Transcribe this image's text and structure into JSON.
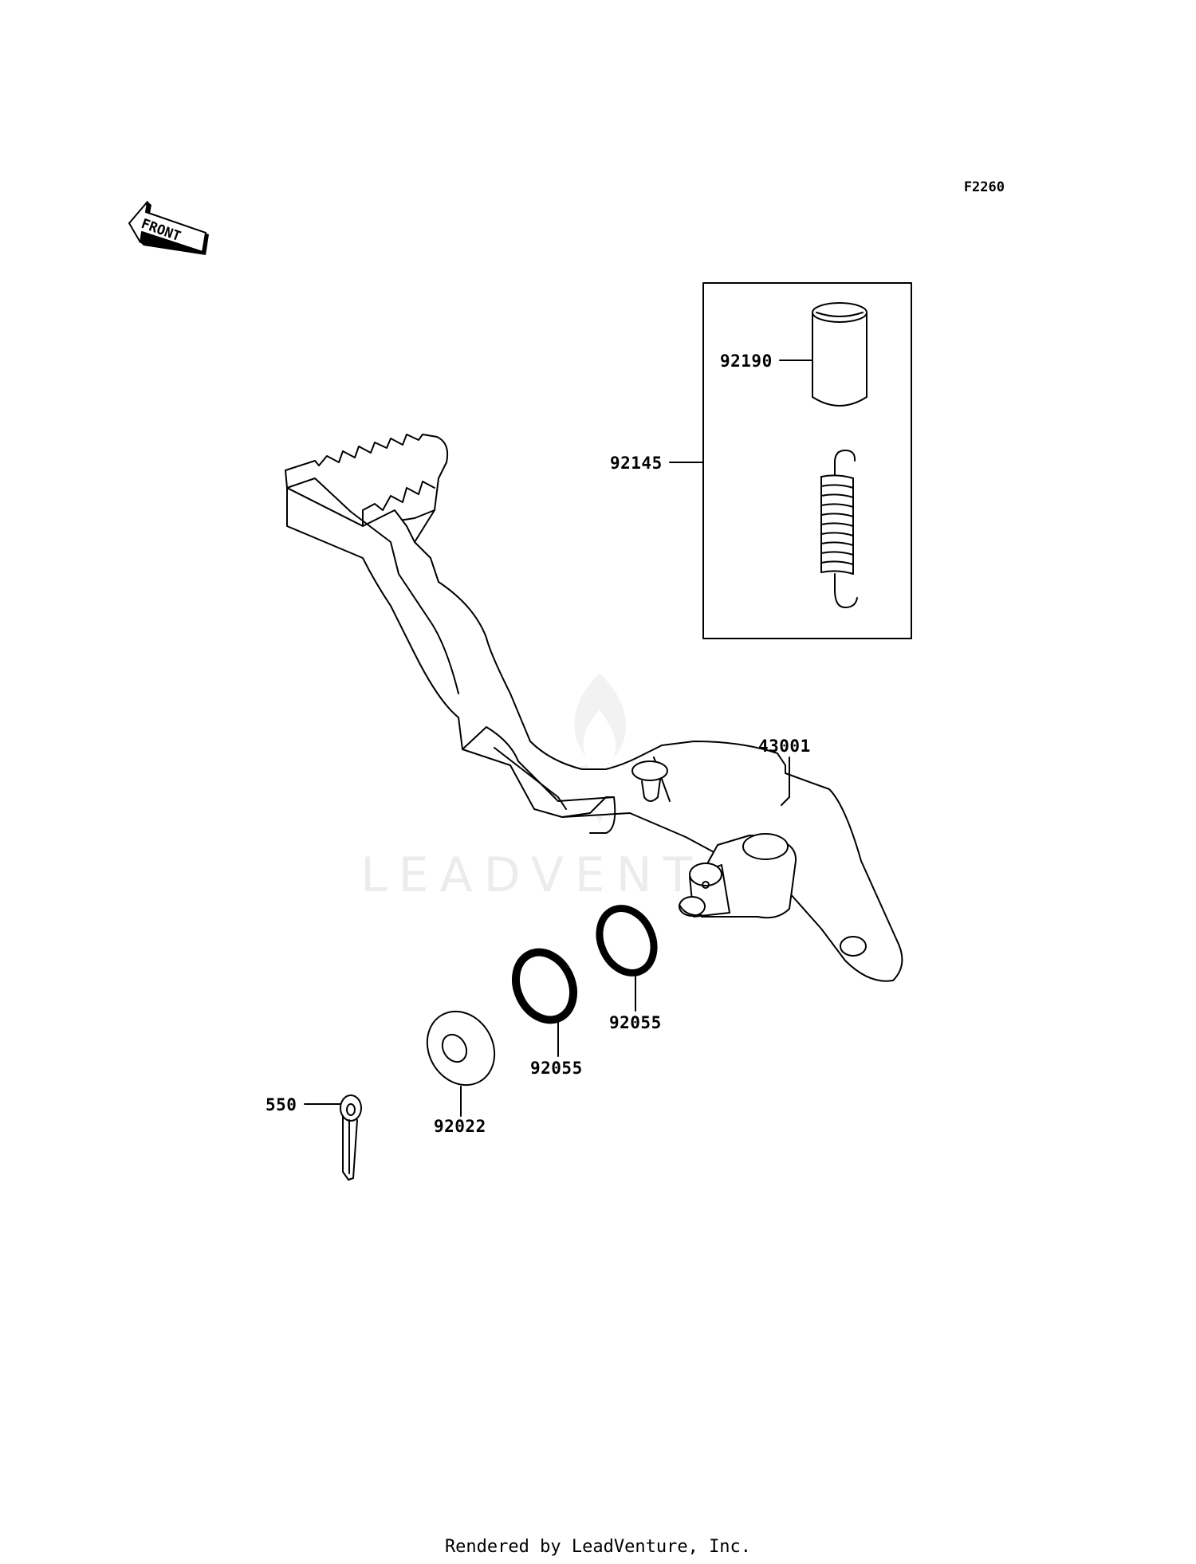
{
  "diagram_code": "F2260",
  "front_label": "FRONT",
  "watermark": "LEADVENTURE",
  "footer": "Rendered by LeadVenture, Inc.",
  "parts": {
    "p92190": "92190",
    "p92145": "92145",
    "p43001": "43001",
    "p92055a": "92055",
    "p92055b": "92055",
    "p92022": "92022",
    "p550": "550"
  }
}
